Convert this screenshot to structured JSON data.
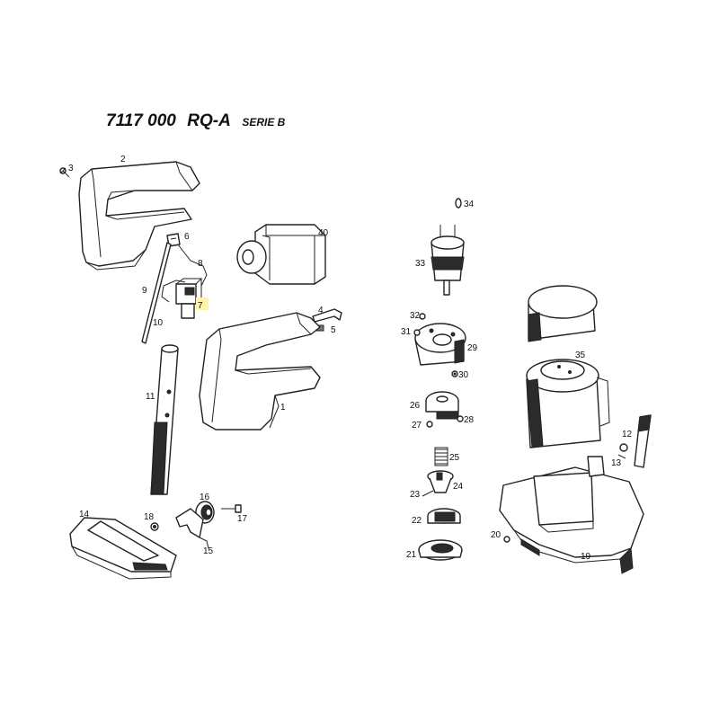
{
  "title": {
    "code": "7117 000",
    "model": "RQ-A",
    "serie": "SERIE B"
  },
  "highlight_color": "#fff3a8",
  "line_color": "#222222",
  "parts": [
    {
      "id": "1",
      "label": "1"
    },
    {
      "id": "2",
      "label": "2"
    },
    {
      "id": "3",
      "label": "3"
    },
    {
      "id": "4",
      "label": "4"
    },
    {
      "id": "5",
      "label": "5"
    },
    {
      "id": "6",
      "label": "6"
    },
    {
      "id": "7",
      "label": "7",
      "highlighted": true
    },
    {
      "id": "8",
      "label": "8"
    },
    {
      "id": "9",
      "label": "9"
    },
    {
      "id": "10",
      "label": "10"
    },
    {
      "id": "11",
      "label": "11"
    },
    {
      "id": "12",
      "label": "12"
    },
    {
      "id": "13",
      "label": "13"
    },
    {
      "id": "14",
      "label": "14"
    },
    {
      "id": "15",
      "label": "15"
    },
    {
      "id": "16",
      "label": "16"
    },
    {
      "id": "17",
      "label": "17"
    },
    {
      "id": "18",
      "label": "18"
    },
    {
      "id": "19",
      "label": "19"
    },
    {
      "id": "20",
      "label": "20"
    },
    {
      "id": "21",
      "label": "21"
    },
    {
      "id": "22",
      "label": "22"
    },
    {
      "id": "23",
      "label": "23"
    },
    {
      "id": "24",
      "label": "24"
    },
    {
      "id": "25",
      "label": "25"
    },
    {
      "id": "26",
      "label": "26"
    },
    {
      "id": "27",
      "label": "27"
    },
    {
      "id": "28",
      "label": "28"
    },
    {
      "id": "29",
      "label": "29"
    },
    {
      "id": "30",
      "label": "30"
    },
    {
      "id": "31",
      "label": "31"
    },
    {
      "id": "32",
      "label": "32"
    },
    {
      "id": "33",
      "label": "33"
    },
    {
      "id": "34",
      "label": "34"
    },
    {
      "id": "35",
      "label": "35"
    },
    {
      "id": "40",
      "label": "40"
    }
  ]
}
